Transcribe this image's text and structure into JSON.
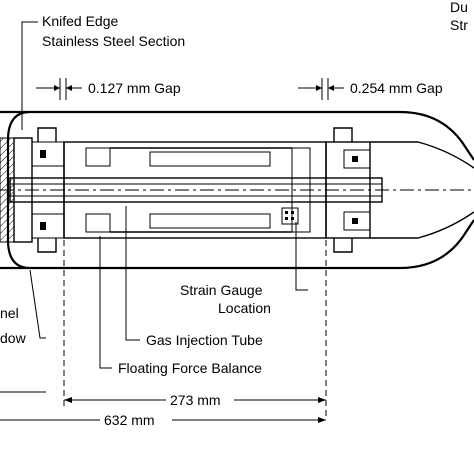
{
  "labels": {
    "knifed_edge_line1": "Knifed Edge",
    "knifed_edge_line2": "Stainless Steel Section",
    "gap_left": "0.127 mm Gap",
    "gap_right": "0.254 mm Gap",
    "top_right_line1": "Du",
    "top_right_line2": "Str",
    "strain_gauge_line1": "Strain Gauge",
    "strain_gauge_line2": "Location",
    "gas_injection_tube": "Gas Injection Tube",
    "floating_force_balance": "Floating Force Balance",
    "left_line1": "nel",
    "left_line2": "dow",
    "dim_273": "273 mm",
    "dim_632": "632 mm"
  }
}
